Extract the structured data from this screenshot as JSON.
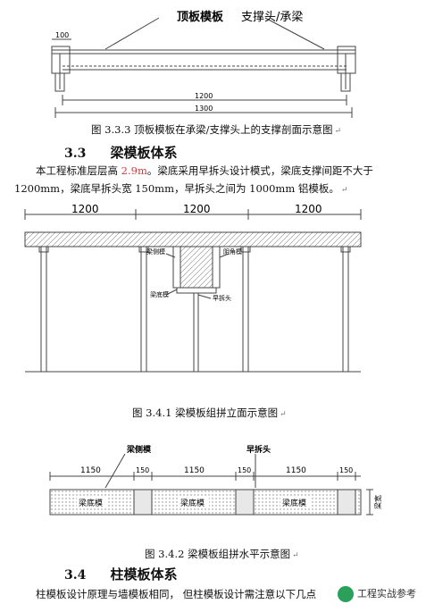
{
  "fig1": {
    "label_left": "顶板模板",
    "label_right": "支撑头/承梁",
    "dim_100": "100",
    "dim_1200": "1200",
    "dim_1300": "1300",
    "caption": "图 3.3.3 顶板模板在承梁/支撑头上的支撑剖面示意图"
  },
  "section33": {
    "number": "3.3",
    "title": "梁模板体系",
    "para1_pre": "本工程标准层层高 ",
    "para1_red": "2.9m",
    "para1_post": "。梁底采用早拆头设计模式，梁底支撑间距不大于",
    "para2": "1200mm，梁底早拆头宽 150mm，早拆头之间为 1000mm 铝模板。"
  },
  "fig2": {
    "dims": [
      "1200",
      "1200",
      "1200"
    ],
    "labels": {
      "beam_side": "梁侧模",
      "corner": "阴角模",
      "beam_bottom": "梁底模",
      "early": "早拆头"
    },
    "caption": "图 3.4.1 梁模板组拼立面示意图"
  },
  "fig3": {
    "label_side": "梁侧模",
    "label_early": "早拆头",
    "dims_long": [
      "1150",
      "1150",
      "1150"
    ],
    "dims_short": [
      "150",
      "150",
      "150"
    ],
    "cells": [
      "梁底模",
      "梁底模",
      "梁底模"
    ],
    "vertical_label": "梁宽",
    "caption": "图 3.4.2 梁模板组拼水平示意图"
  },
  "section34": {
    "number": "3.4",
    "title": "柱模板体系",
    "para": "柱模板设计原理与墙模板相同， 但柱模板设计需注意以下几点"
  },
  "watermark": "工程实战参考",
  "return_mark": "↵"
}
